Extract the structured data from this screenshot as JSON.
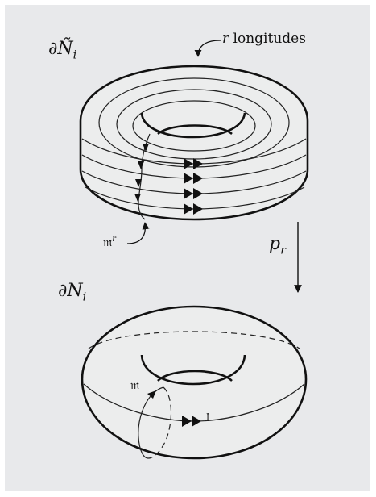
{
  "diagram": {
    "top_torus_label": "∂Ñ",
    "top_torus_label_sub": "i",
    "longitudes_label_var": "r",
    "longitudes_label_text": " longitudes",
    "meridian_power_label": "𝔪",
    "meridian_power_sup": "r",
    "map_label": "p",
    "map_label_sub": "r",
    "bottom_torus_label": "∂N",
    "bottom_torus_label_sub": "i",
    "meridian_label": "𝔪",
    "longitude_label": "𝔩"
  },
  "colors": {
    "panel_background": "#e8e9eb",
    "torus_fill": "#eceded",
    "stroke": "#111111"
  }
}
